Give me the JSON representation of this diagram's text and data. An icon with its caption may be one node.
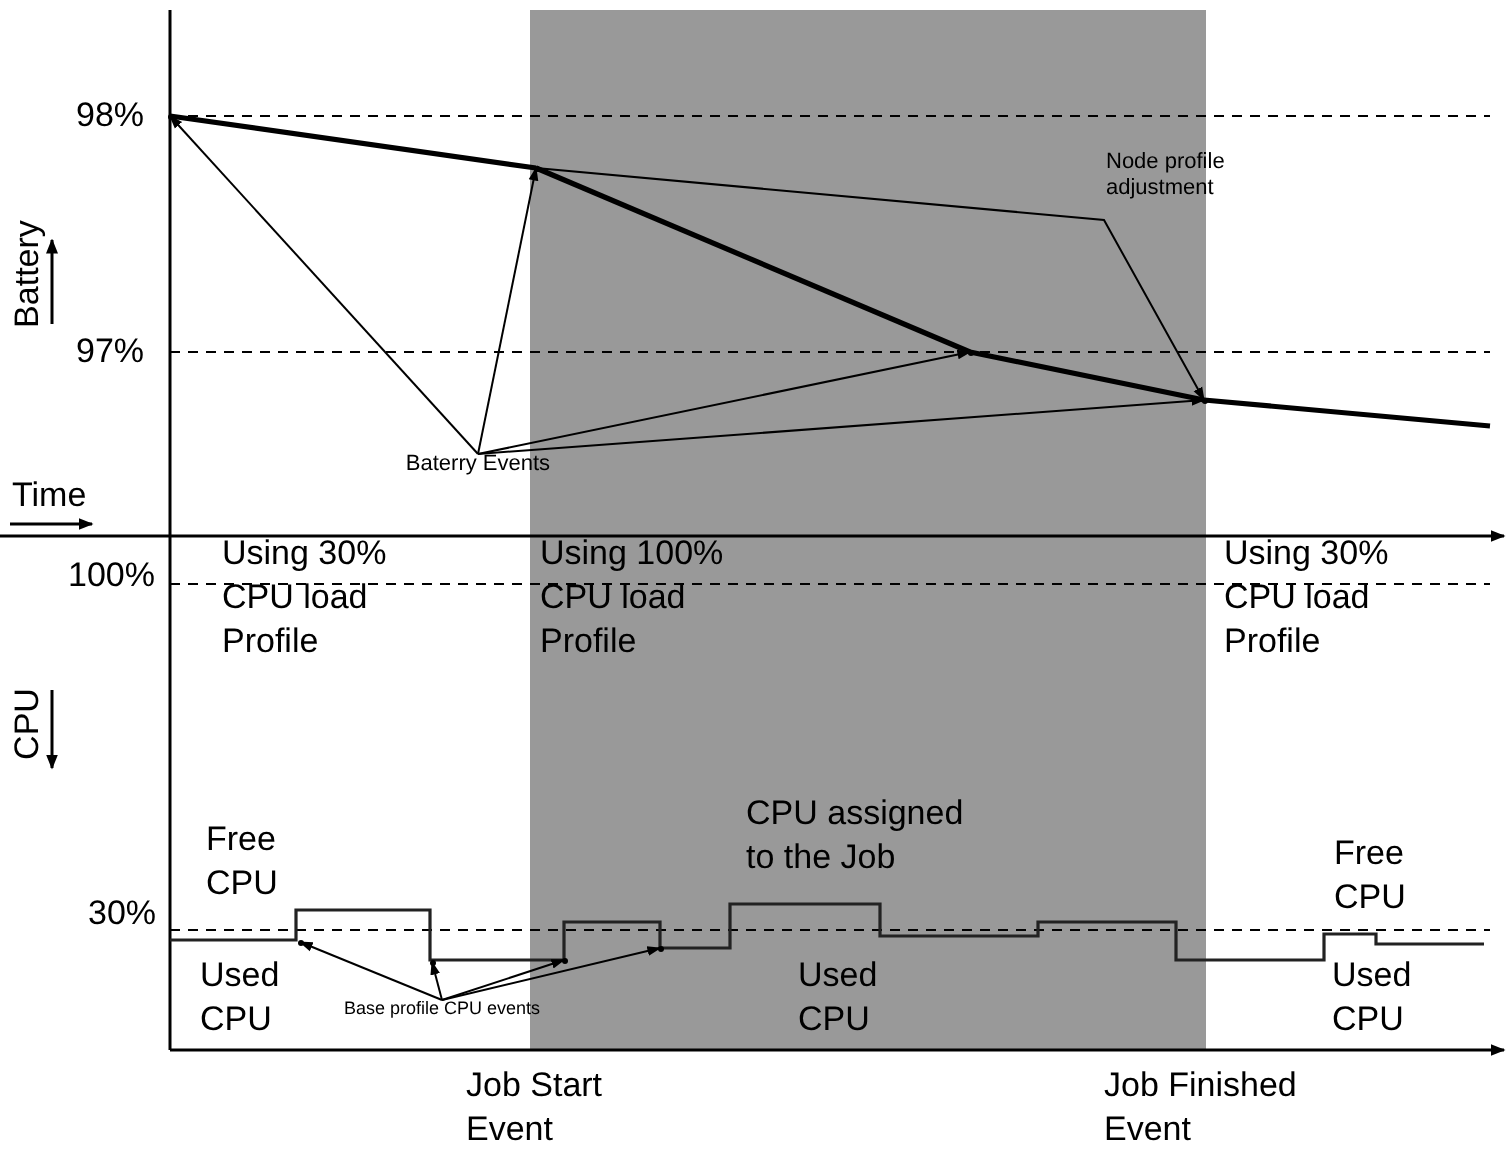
{
  "diagram": {
    "nodes": [
      {
        "text": [
          "Baterry Events"
        ]
      },
      {
        "text": [],
        "shape": "point"
      },
      {
        "text": [],
        "shape": "point"
      },
      {
        "text": [],
        "shape": "point"
      },
      {
        "text": [],
        "shape": "point"
      },
      {
        "text": [
          "Base profile CPU events"
        ]
      },
      {
        "text": [],
        "shape": "point"
      },
      {
        "text": [],
        "shape": "point"
      },
      {
        "text": [],
        "shape": "point"
      },
      {
        "text": [],
        "shape": "point"
      }
    ],
    "edges": [
      {
        "from": 0,
        "to": 1,
        "arrow": "to"
      },
      {
        "from": 0,
        "to": 2,
        "arrow": "to"
      },
      {
        "from": 0,
        "to": 3,
        "arrow": "to"
      },
      {
        "from": 0,
        "to": 4,
        "arrow": "to"
      },
      {
        "from": 2,
        "to": 4,
        "arrow": "to",
        "label": "Node profile adjustment"
      },
      {
        "from": 1,
        "to": 2,
        "arrow": "none",
        "style": "thick"
      },
      {
        "from": 2,
        "to": 3,
        "arrow": "none",
        "style": "thick"
      },
      {
        "from": 3,
        "to": 4,
        "arrow": "none",
        "style": "thick"
      },
      {
        "from": 4,
        "to": null,
        "arrow": "none",
        "style": "thick"
      },
      {
        "from": 5,
        "to": 6,
        "arrow": "to"
      },
      {
        "from": 5,
        "to": 7,
        "arrow": "to"
      },
      {
        "from": 5,
        "to": 8,
        "arrow": "to"
      },
      {
        "from": 5,
        "to": 9,
        "arrow": "to"
      }
    ],
    "labels": [
      "98%",
      "97%",
      "Battery",
      "Time",
      "100%",
      "Using 30% CPU load Profile",
      "Using 100% CPU load Profile",
      "Using 30% CPU load Profile",
      "CPU",
      "Free CPU",
      "CPU assigned to the Job",
      "30%",
      "Used CPU",
      "Used CPU",
      "Free CPU",
      "Used CPU",
      "Job Start Event",
      "Job Finished Event"
    ]
  }
}
